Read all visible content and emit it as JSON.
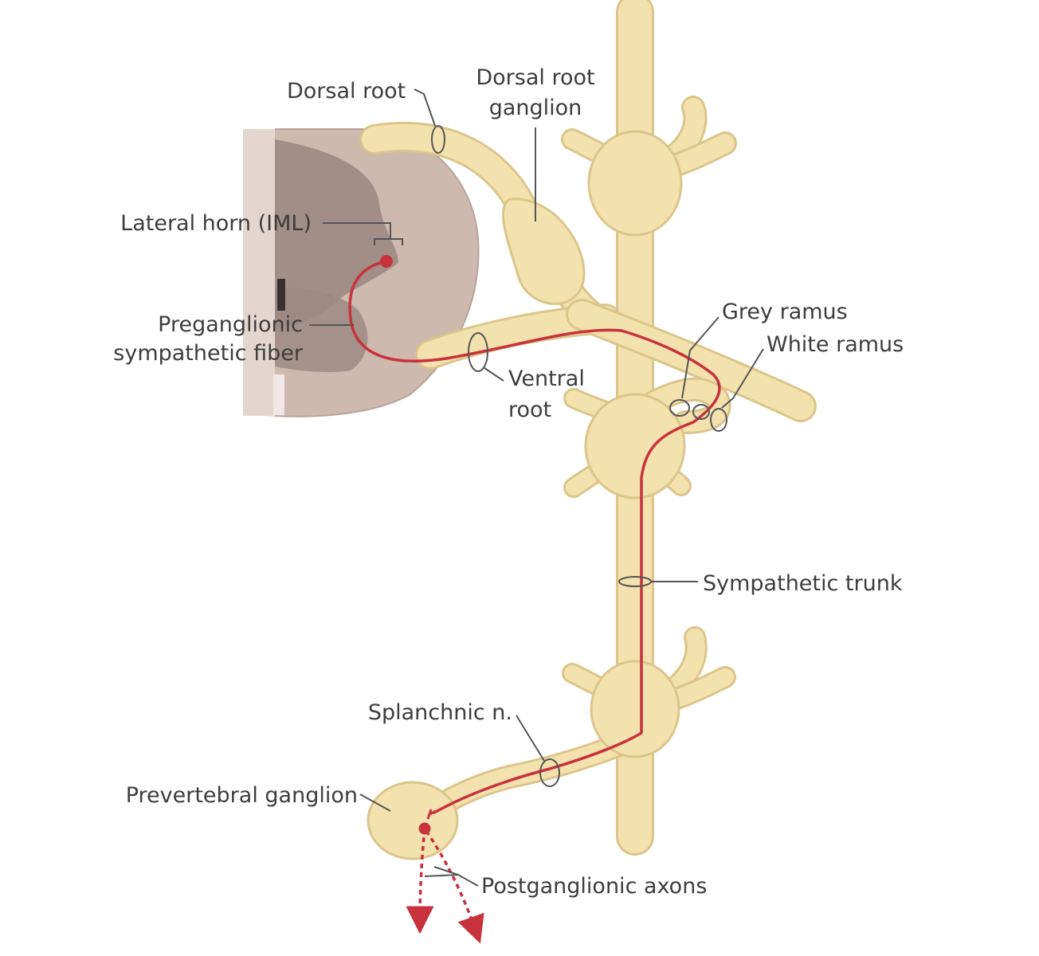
{
  "colors": {
    "nerve": "#f3e2ae",
    "nerve_edge": "#dcc58a",
    "cord_grey_matter": "#8f7e78",
    "cord_white_matter": "#cdb9ae",
    "fiber": "#c8323c"
  },
  "labels": {
    "dorsal_root": "Dorsal root",
    "drg_line1": "Dorsal root",
    "drg_line2": "ganglion",
    "lateral_horn": "Lateral horn (IML)",
    "pregang_line1": "Preganglionic",
    "pregang_line2": "sympathetic fiber",
    "ventral_line1": "Ventral",
    "ventral_line2": "root",
    "grey_ramus": "Grey ramus",
    "white_ramus": "White ramus",
    "sympathetic_trunk": "Sympathetic trunk",
    "splanchnic": "Splanchnic n.",
    "prevertebral": "Prevertebral ganglion",
    "postganglionic": "Postganglionic axons"
  }
}
